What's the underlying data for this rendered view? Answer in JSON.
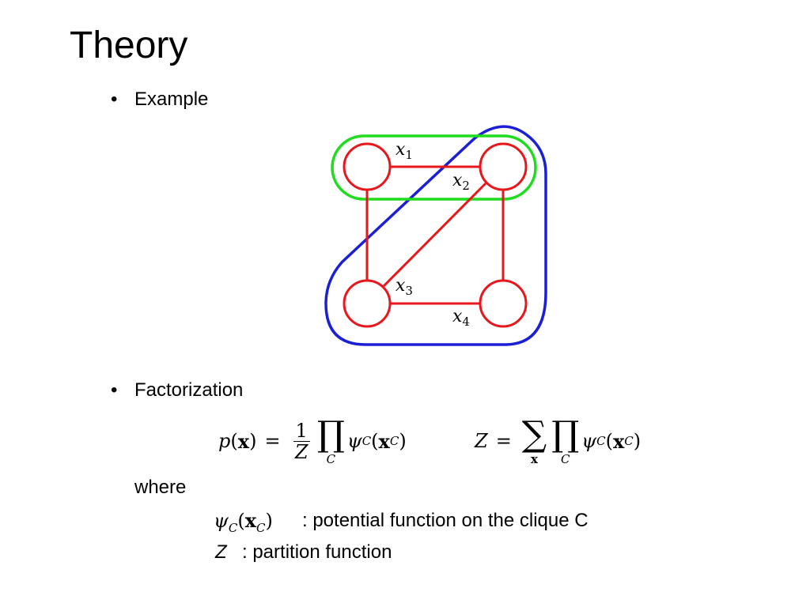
{
  "slide": {
    "title": "Theory",
    "bullets": {
      "example": "Example",
      "factorization": "Factorization"
    },
    "bullet_symbol": "•",
    "where_label": "where",
    "definitions": {
      "psi_desc": ": potential function on the clique C",
      "z_symbol": "Z",
      "z_desc": ": partition function"
    }
  },
  "diagram": {
    "node_labels": {
      "x1": "x",
      "x1_sub": "1",
      "x2": "x",
      "x2_sub": "2",
      "x3": "x",
      "x3_sub": "3",
      "x4": "x",
      "x4_sub": "4"
    },
    "colors": {
      "nodes_edges": "#e8171c",
      "clique_pair": "#1fdc1f",
      "clique_triple": "#1b1fd6"
    }
  },
  "equations": {
    "p": "p",
    "x": "x",
    "eq": "=",
    "one": "1",
    "Z": "Z",
    "prod": "∏",
    "sum": "∑",
    "C": "C",
    "psi": "ψ",
    "open": "(",
    "close": ")"
  }
}
